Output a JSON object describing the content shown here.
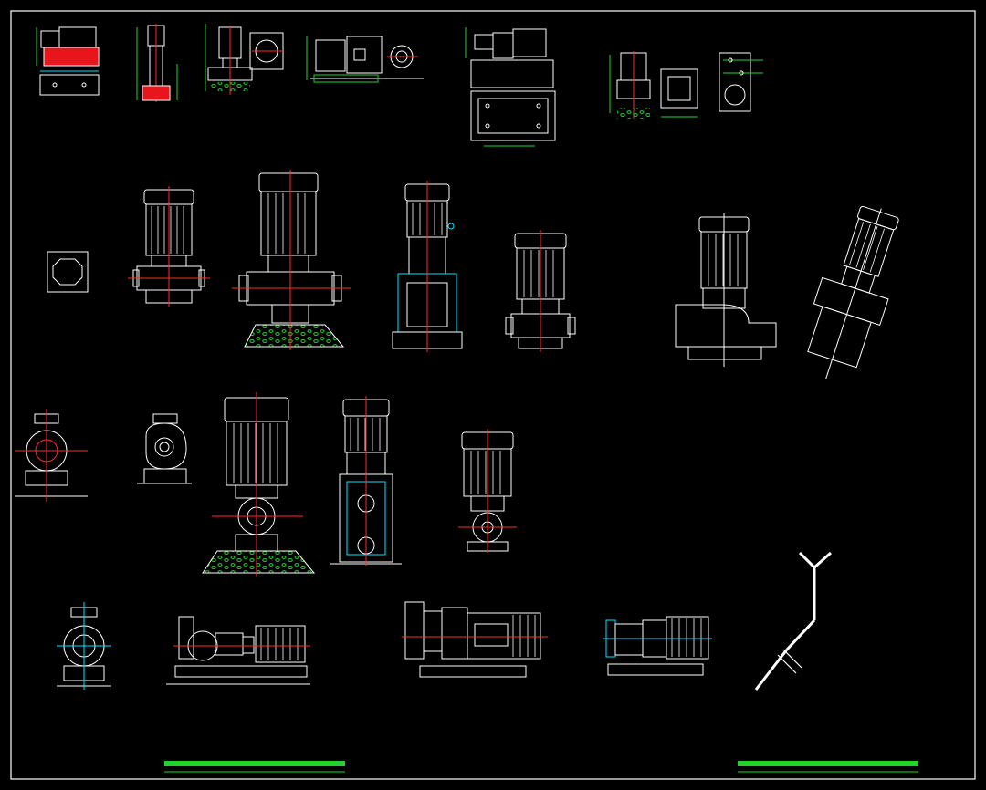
{
  "colors": {
    "background": "#000000",
    "line": "#ffffff",
    "centerline": "#ff2a2a",
    "dimension": "#00e5ff",
    "fill_red": "#e8161c",
    "ground": "#22d32b",
    "title_bar": "#22d32b",
    "frame": "#ffffff"
  },
  "drawing": {
    "content": "pump-elevation-blocks",
    "views": [
      "horizontal-pump-thumb-1",
      "vertical-multistage-thumb",
      "inline-pump-thumb",
      "end-suction-thumb",
      "close-coupled-thumb",
      "small-inline-thumb",
      "flange-plate",
      "vertical-inline-pump-a",
      "vertical-inline-pump-b",
      "multistage-vertical-pump",
      "vertical-inline-pump-c",
      "vertical-inline-pump-d",
      "vertical-pump-perspective",
      "volute-front-a",
      "volute-front-b",
      "vertical-pump-side-a",
      "multistage-side",
      "vertical-pump-side-b",
      "end-suction-front",
      "horizontal-pump-coupled",
      "horizontal-close-coupled",
      "horizontal-monoblock",
      "y-strainer-pipe"
    ]
  }
}
